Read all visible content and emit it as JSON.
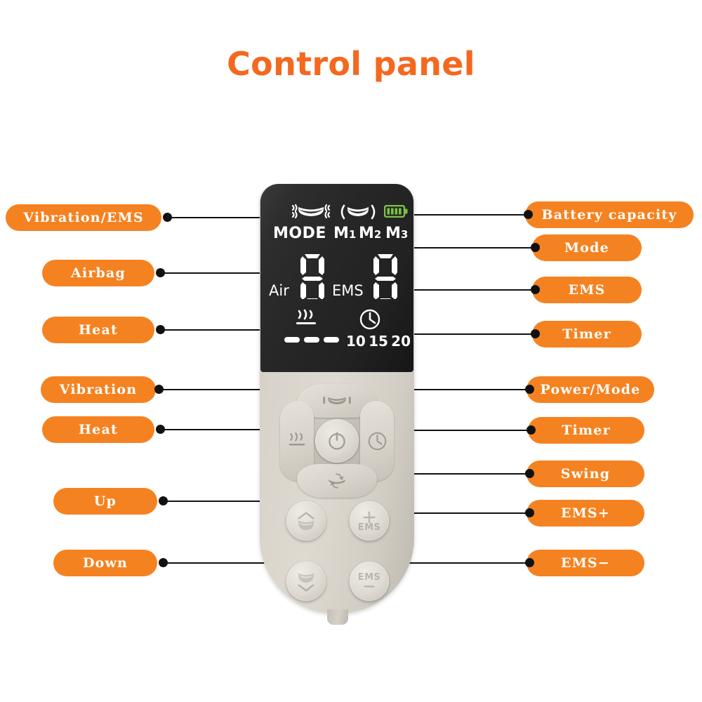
{
  "page": {
    "title": "Control panel",
    "accent_color": "#F58220",
    "title_color": "#F4681F",
    "background": "#FFFFFF",
    "device": "handheld massager remote control"
  },
  "labels_left": [
    {
      "id": "vibration-ems",
      "text": "Vibration/EMS"
    },
    {
      "id": "airbag",
      "text": "Airbag"
    },
    {
      "id": "heat-display",
      "text": "Heat"
    },
    {
      "id": "vibration",
      "text": "Vibration"
    },
    {
      "id": "heat-button",
      "text": "Heat"
    },
    {
      "id": "up",
      "text": "Up"
    },
    {
      "id": "down",
      "text": "Down"
    }
  ],
  "labels_right": [
    {
      "id": "battery-capacity",
      "text": "Battery capacity"
    },
    {
      "id": "mode",
      "text": "Mode"
    },
    {
      "id": "ems",
      "text": "EMS"
    },
    {
      "id": "timer-display",
      "text": "Timer"
    },
    {
      "id": "power-mode",
      "text": "Power/Mode"
    },
    {
      "id": "timer-button",
      "text": "Timer"
    },
    {
      "id": "swing",
      "text": "Swing"
    },
    {
      "id": "ems-plus",
      "text": "EMS+"
    },
    {
      "id": "ems-minus",
      "text": "EMS−"
    }
  ],
  "screen": {
    "mode_label": "MODE",
    "mode_slots": [
      "M1",
      "M2",
      "M3"
    ],
    "mode_slot_numbers": [
      "1",
      "2",
      "3"
    ],
    "air_label": "Air",
    "air_value": "8",
    "ems_label": "EMS",
    "ems_value": "8",
    "heat_level_dashes": 3,
    "timer_values": [
      "10",
      "15",
      "20"
    ],
    "battery_bars": 4,
    "battery_color": "#7DC242",
    "icons": {
      "vibration": "vibration-pad-icon",
      "airbag": "airbag-pad-icon",
      "battery": "battery-icon",
      "heat": "heat-waves-icon",
      "timer": "clock-icon"
    }
  },
  "buttons": {
    "dpad_top": "vibration-pad-icon",
    "dpad_left": "heat-waves-icon",
    "dpad_right": "clock-icon",
    "dpad_bottom": "swing-arrows-icon",
    "center": "power-icon",
    "up": "up-chevron-pad-icon",
    "down": "down-chevron-pad-icon",
    "ems_plus_text": "EMS",
    "ems_plus_sign": "+",
    "ems_minus_text": "EMS",
    "ems_minus_sign": "—"
  }
}
